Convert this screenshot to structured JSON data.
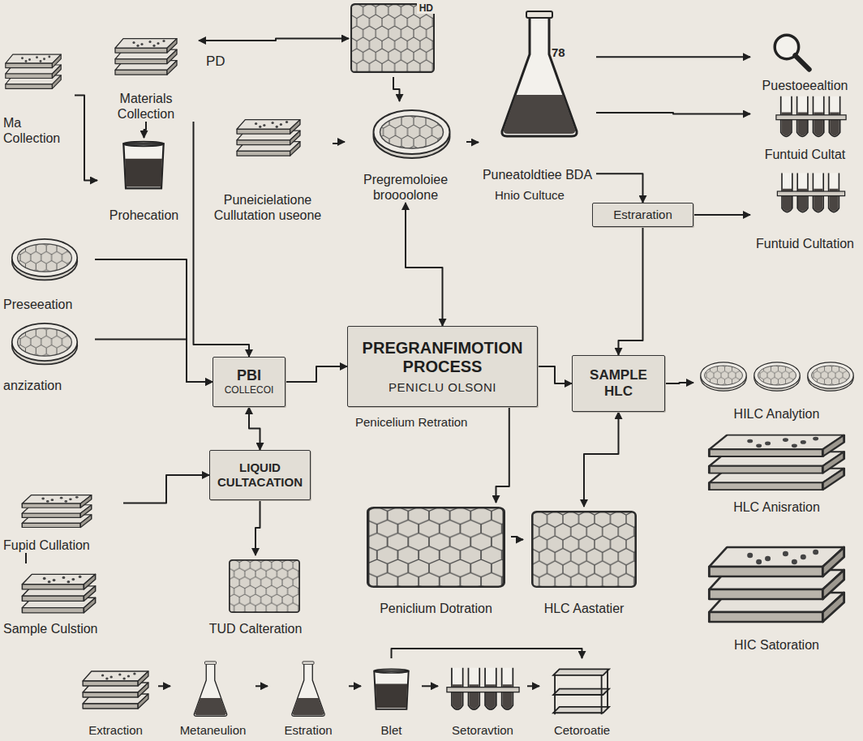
{
  "diagram": {
    "nodes": [
      {
        "text": [
          "Ma Collection"
        ]
      },
      {
        "text": [
          "Materials Collection"
        ]
      },
      {
        "text": [
          "HD"
        ]
      },
      {
        "text": [
          "Puneatoldtiee BDA"
        ]
      },
      {
        "text": [
          "Puestoeealtion"
        ]
      },
      {
        "text": [
          "Funtuid Cultat"
        ]
      },
      {
        "text": [
          "Prohecation"
        ]
      },
      {
        "text": [
          "Puneicielatione Cullutation useone"
        ]
      },
      {
        "text": [
          "Pregremoloiee broooolone"
        ]
      },
      {
        "text": [
          "Estraration"
        ]
      },
      {
        "text": [
          "Funtuid Cultation"
        ]
      },
      {
        "text": [
          "Preseeation"
        ]
      },
      {
        "text": [
          "anzization"
        ]
      },
      {
        "text": [
          "PBI",
          "COLLECOI"
        ]
      },
      {
        "text": [
          "PREGRANFIMOTION PROCESS",
          "PENICLU OLSONI"
        ]
      },
      {
        "text": [
          "SAMPLE HLC"
        ]
      },
      {
        "text": [
          "HILC Analytion"
        ]
      },
      {
        "text": [
          "HLC Anisration"
        ]
      },
      {
        "text": [
          "LIQUID CULTACATION"
        ]
      },
      {
        "text": [
          "Fupid Cullation"
        ]
      },
      {
        "text": [
          "Sample Culstion"
        ]
      },
      {
        "text": [
          "TUD Calteration"
        ]
      },
      {
        "text": [
          "Peniclium Dotration"
        ]
      },
      {
        "text": [
          "HLC Aastatier"
        ]
      },
      {
        "text": [
          "HIC Satoration"
        ]
      },
      {
        "text": [
          "Extraction"
        ]
      },
      {
        "text": [
          "Metaneulion"
        ]
      },
      {
        "text": [
          "Estration"
        ]
      },
      {
        "text": [
          "Blet"
        ]
      },
      {
        "text": [
          "Setoravtion"
        ]
      },
      {
        "text": [
          "Cetoroatie"
        ]
      }
    ],
    "edges": [
      {
        "from": 0,
        "to": 6,
        "arrow": "to"
      },
      {
        "from": 1,
        "to": 6,
        "arrow": "to"
      },
      {
        "from": 1,
        "to": 2,
        "arrow": "both"
      },
      {
        "from": 2,
        "to": 8,
        "arrow": "to"
      },
      {
        "from": 7,
        "to": 8,
        "arrow": "to"
      },
      {
        "from": 8,
        "to": 3,
        "arrow": "to"
      },
      {
        "from": 3,
        "to": 4,
        "arrow": "to"
      },
      {
        "from": 3,
        "to": 5,
        "arrow": "to"
      },
      {
        "from": 3,
        "to": 9,
        "arrow": "to"
      },
      {
        "from": 9,
        "to": 10,
        "arrow": "to"
      },
      {
        "from": 9,
        "to": 15,
        "arrow": "to"
      },
      {
        "from": 8,
        "to": 14,
        "arrow": "both"
      },
      {
        "from": 11,
        "to": 13,
        "arrow": "to"
      },
      {
        "from": 12,
        "to": 13,
        "arrow": "to"
      },
      {
        "from": 1,
        "to": 13,
        "arrow": "to"
      },
      {
        "from": 13,
        "to": 14,
        "arrow": "to"
      },
      {
        "from": 13,
        "to": 18,
        "arrow": "both"
      },
      {
        "from": 14,
        "to": 15,
        "arrow": "to"
      },
      {
        "from": 14,
        "to": 22,
        "arrow": "to"
      },
      {
        "from": 22,
        "to": 23,
        "arrow": "to"
      },
      {
        "from": 23,
        "to": 15,
        "arrow": "both"
      },
      {
        "from": 15,
        "to": 16,
        "arrow": "to"
      },
      {
        "from": 19,
        "to": 18,
        "arrow": "to"
      },
      {
        "from": 18,
        "to": 21,
        "arrow": "to"
      },
      {
        "from": 19,
        "to": 20,
        "arrow": "none"
      },
      {
        "from": 25,
        "to": 26,
        "arrow": "to"
      },
      {
        "from": 26,
        "to": 27,
        "arrow": "to"
      },
      {
        "from": 27,
        "to": 28,
        "arrow": "to"
      },
      {
        "from": 28,
        "to": 29,
        "arrow": "to"
      },
      {
        "from": 29,
        "to": 30,
        "arrow": "to"
      },
      {
        "from": 28,
        "to": 30,
        "arrow": "to"
      }
    ],
    "labels": [
      "PD",
      "78",
      "Hnio Cultuce",
      "Penicelium Retration"
    ]
  }
}
